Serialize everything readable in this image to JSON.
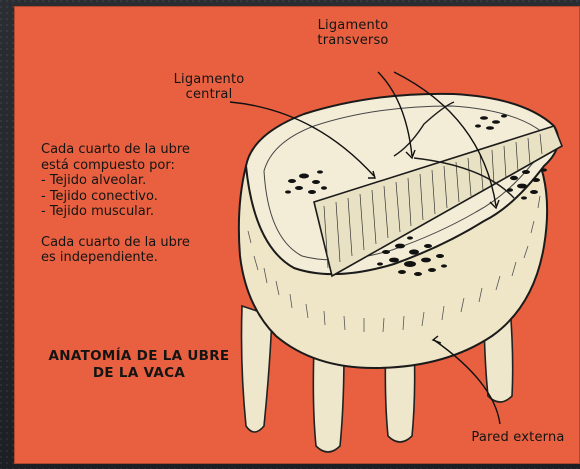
{
  "labels": {
    "ligamento_transverso_line1": "Ligamento",
    "ligamento_transverso_line2": "transverso",
    "ligamento_central_line1": "Ligamento",
    "ligamento_central_line2": "central",
    "pared_externa": "Pared externa"
  },
  "description": {
    "line1": "Cada cuarto de la ubre",
    "line2": "está compuesto por:",
    "item1": "- Tejido alveolar.",
    "item2": "- Tejido conectivo.",
    "item3": "- Tejido muscular.",
    "line3": "Cada cuarto de la ubre",
    "line4": "es independiente."
  },
  "title": {
    "line1": "ANATOMÍA DE LA UBRE",
    "line2": "DE LA VACA"
  },
  "colors": {
    "panel": "#e8603f",
    "udder": "#f1ead2",
    "ink": "#141414"
  }
}
